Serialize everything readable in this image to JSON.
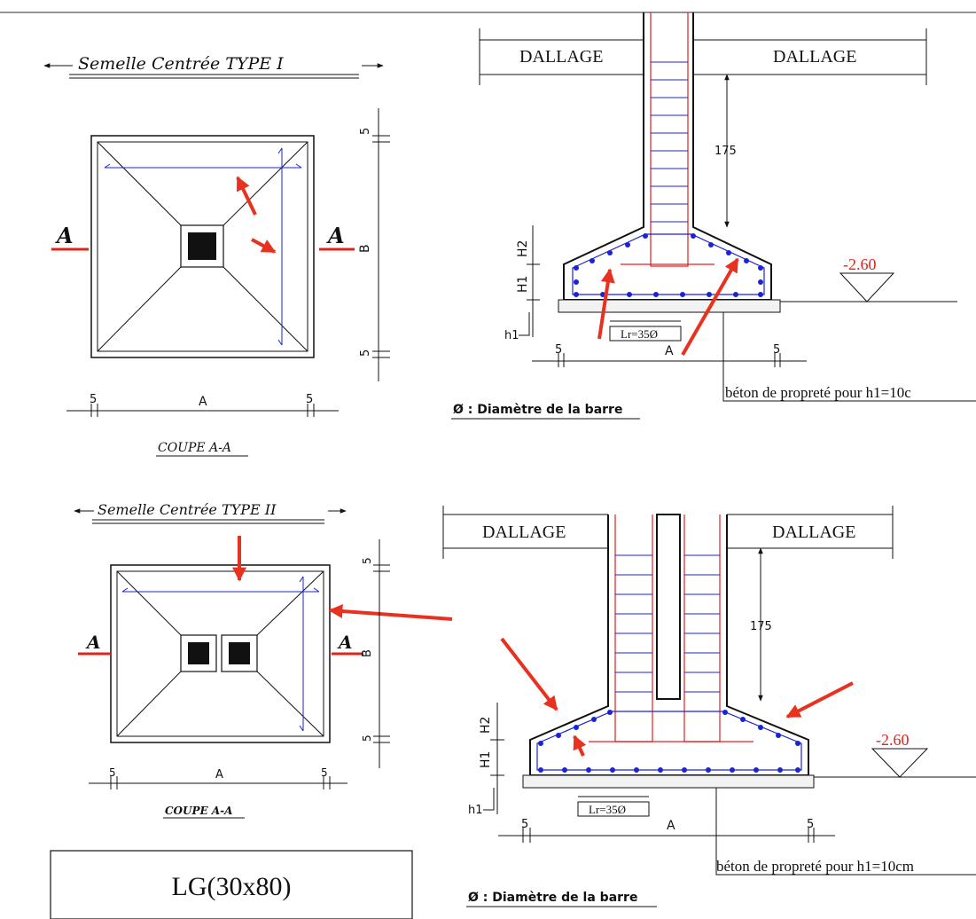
{
  "colors": {
    "line": "#111111",
    "rebar_blue": "#1a23d6",
    "rebar_red": "#e02020",
    "arrow_red": "#e8321f",
    "level_red": "#e0241a"
  },
  "type1": {
    "title": "Semelle Centrée TYPE I",
    "section_mark": "A",
    "dim_b": "B",
    "dim_a": "A",
    "cover_top": "5",
    "cover_bottom": "5",
    "cover_left": "5",
    "cover_right": "5",
    "subtitle": "COUPE A-A",
    "section": {
      "dallage_left": "DALLAGE",
      "dallage_right": "DALLAGE",
      "dim_175": "175",
      "h2": "H2",
      "h1": "H1",
      "h1_small": "h1",
      "level": "-2.60",
      "lr": "Lr=35Ø",
      "dim_a": "A",
      "cover_left": "5",
      "cover_right": "5",
      "note": "béton de propreté pour h1=10c"
    },
    "legend": "Ø : Diamètre de la barre"
  },
  "type2": {
    "title": "Semelle Centrée TYPE II",
    "section_mark": "A",
    "dim_b": "B",
    "dim_a": "A",
    "cover_top": "5",
    "cover_bottom": "5",
    "cover_left": "5",
    "cover_right": "5",
    "subtitle": "COUPE A-A",
    "section": {
      "dallage_left": "DALLAGE",
      "dallage_right": "DALLAGE",
      "dim_175": "175",
      "h2": "H2",
      "h1": "H1",
      "h1_small": "h1",
      "level": "-2.60",
      "lr": "Lr=35Ø",
      "dim_a": "A",
      "cover_left": "5",
      "cover_right": "5",
      "note": "béton de propreté pour h1=10cm"
    },
    "legend": "Ø : Diamètre de la barre"
  },
  "label_box": "LG(30x80)"
}
